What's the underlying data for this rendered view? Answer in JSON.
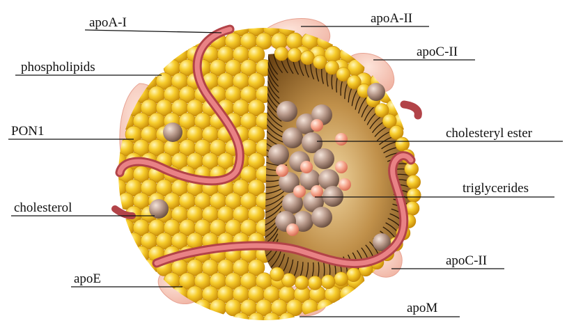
{
  "labels": {
    "apoA_I": "apoA-I",
    "apoA_II": "apoA-II",
    "apoC_II_top": "apoC-II",
    "phospholipids": "phospholipids",
    "PON1": "PON1",
    "cholesteryl_ester": "cholesteryl ester",
    "triglycerides": "triglycerides",
    "cholesterol": "cholesterol",
    "apoC_II_bottom": "apoC-II",
    "apoE": "apoE",
    "apoM": "apoM"
  },
  "colors": {
    "phospholipid_head": "#f3c21a",
    "phospholipid_highlight": "#fff3a8",
    "phospholipid_shadow": "#c98f08",
    "core_brown": "#8a5a1c",
    "core_light": "#c99a4c",
    "apolipoprotein_ribbon": "#d9686c",
    "pink_protein": "#f6c2b4",
    "cholesterol_sphere": "#a78671",
    "triglyceride_sphere": "#f5a58d"
  }
}
